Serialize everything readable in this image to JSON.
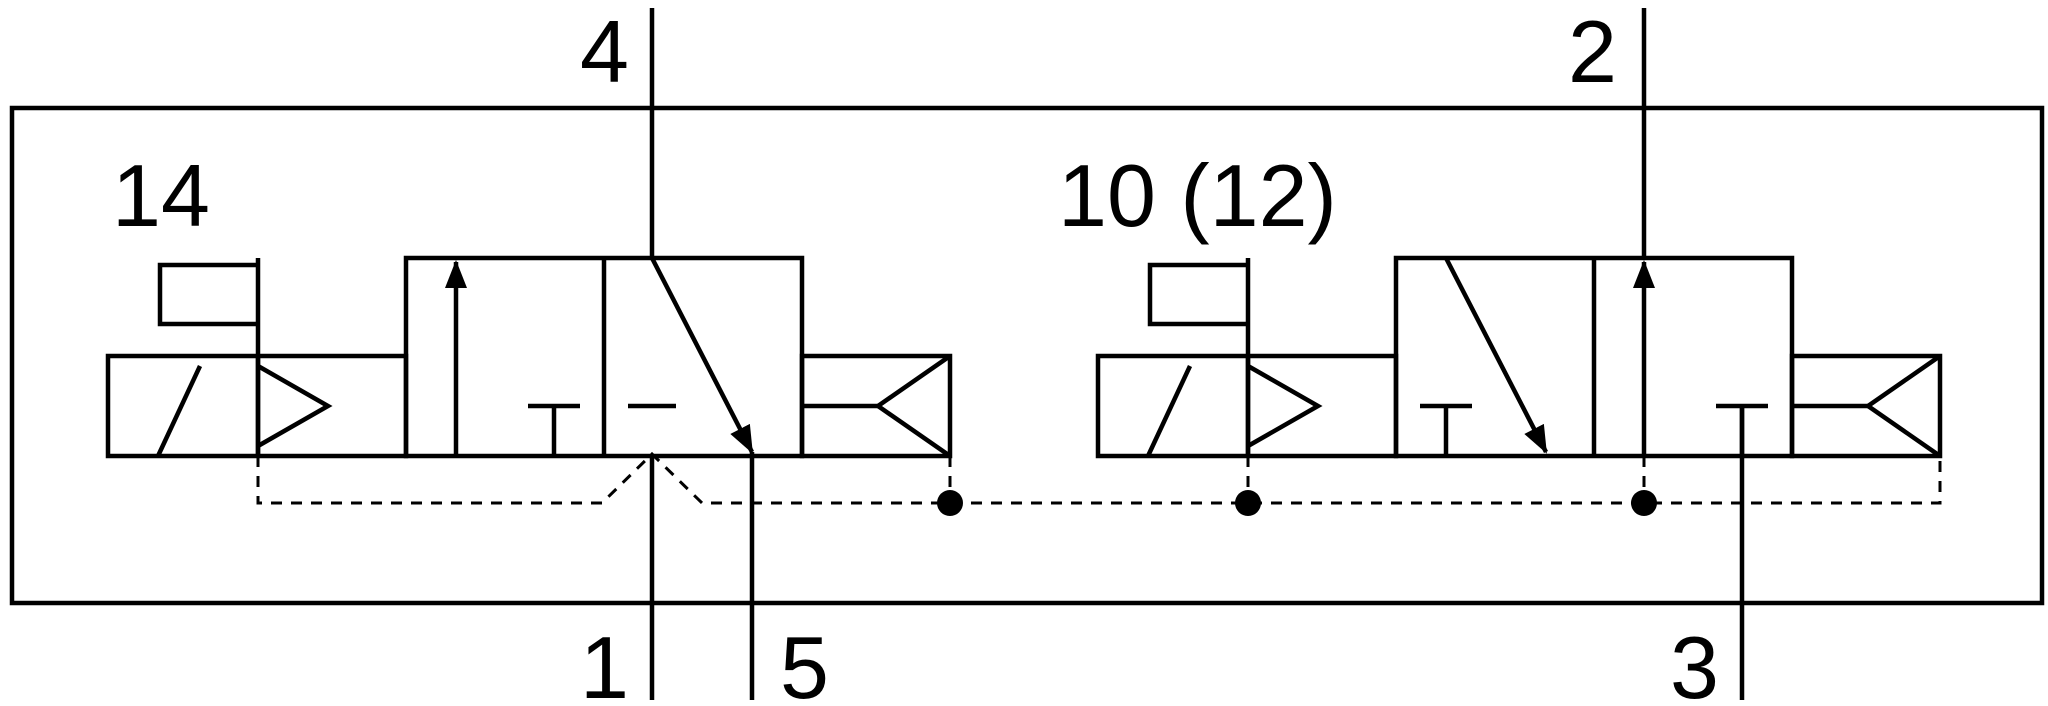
{
  "diagram": {
    "type": "pneumatic-valve-symbol",
    "valves": [
      {
        "id": "valve-a",
        "pilot_label": "14"
      },
      {
        "id": "valve-b",
        "pilot_label": "10 (12)"
      }
    ],
    "ports": [
      {
        "id": "port-4",
        "label": "4"
      },
      {
        "id": "port-2",
        "label": "2"
      },
      {
        "id": "port-1",
        "label": "1"
      },
      {
        "id": "port-5",
        "label": "5"
      },
      {
        "id": "port-3",
        "label": "3"
      }
    ]
  }
}
